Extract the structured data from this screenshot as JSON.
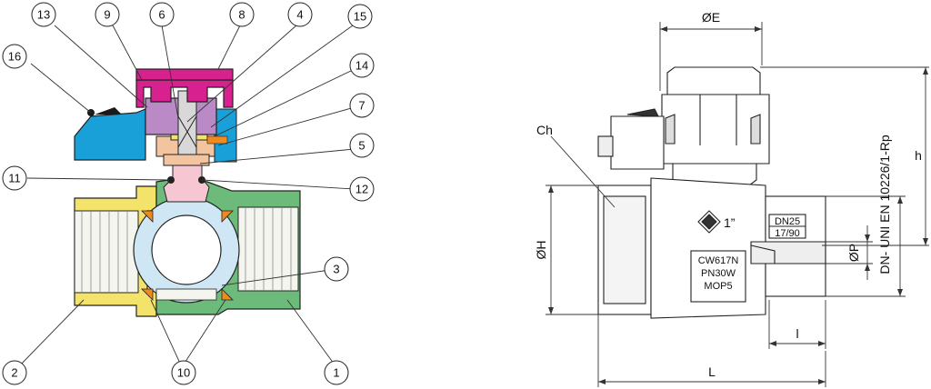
{
  "callouts": [
    {
      "id": "13",
      "label": "13"
    },
    {
      "id": "9",
      "label": "9"
    },
    {
      "id": "6",
      "label": "6"
    },
    {
      "id": "8",
      "label": "8"
    },
    {
      "id": "4",
      "label": "4"
    },
    {
      "id": "15",
      "label": "15"
    },
    {
      "id": "16",
      "label": "16"
    },
    {
      "id": "14",
      "label": "14"
    },
    {
      "id": "7",
      "label": "7"
    },
    {
      "id": "5",
      "label": "5"
    },
    {
      "id": "11",
      "label": "11"
    },
    {
      "id": "12",
      "label": "12"
    },
    {
      "id": "3",
      "label": "3"
    },
    {
      "id": "2",
      "label": "2"
    },
    {
      "id": "10",
      "label": "10"
    },
    {
      "id": "1",
      "label": "1"
    }
  ],
  "dimensions": {
    "e": "ØE",
    "h_small": "h",
    "ch": "Ch",
    "h_big": "ØH",
    "p": "ØP",
    "l_small": "l",
    "l_big": "L",
    "standard": "DN- UNI EN 10226/1-Rp"
  },
  "marking": {
    "size": "1”",
    "material": "CW617N",
    "pressure": "PN30W",
    "mop": "MOP5",
    "dn": "DN25",
    "thread": "17/90"
  },
  "colors": {
    "body_green": "#6dbb7a",
    "nut_yellow": "#f3e36a",
    "ball_blue": "#cfe6f4",
    "handle_magenta": "#d6218f",
    "stem_purple": "#b98ac6",
    "cap_blue": "#1aa0d9",
    "seal_orange": "#f08a1c",
    "pink": "#f6c6d3",
    "tan": "#f2c5a0"
  }
}
